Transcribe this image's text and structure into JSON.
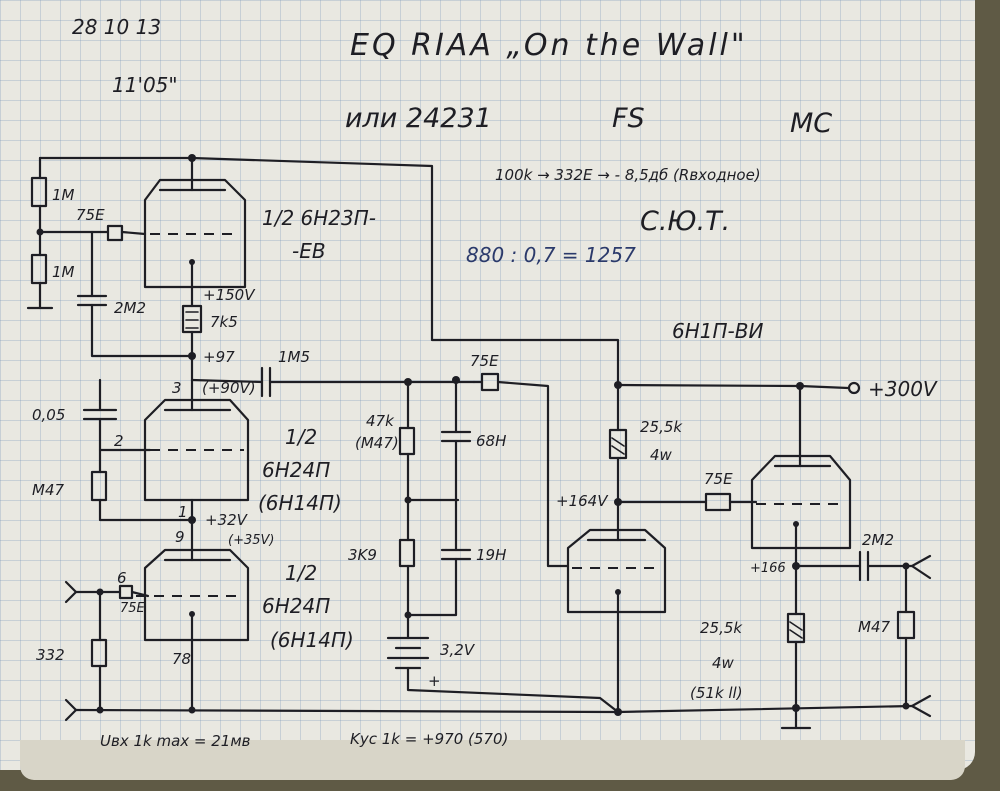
{
  "header": {
    "date": "28 10 13",
    "time": "11'05\"",
    "title": "EQ RIAA „On the Wall\"",
    "subtitle": "или 24231",
    "mc": "МС",
    "signature_initials": "FS",
    "attenuation_note": "100k → 332E → - 8,5дб (Rвходное)",
    "author": "С.Ю.Т.",
    "calc": "880 : 0,7 = 1257"
  },
  "tubes": {
    "top": "1/2 6Н23П-ЕВ",
    "top_line1": "1/2 6Н23П-",
    "top_line2": "-ЕВ",
    "middle_line1": "1/2",
    "middle_line2": "6Н24П",
    "middle_line3": "(6Н14П)",
    "bottom_line1": "1/2",
    "bottom_line2": "6Н24П",
    "bottom_line3": "(6Н14П)",
    "right": "6Н1П-ВИ"
  },
  "components": {
    "r1": "1M",
    "r2": "1M",
    "r_grid_top": "75E",
    "c_top": "2M2",
    "r_anode_top": "7k5",
    "c_couple": "1M5",
    "c_005": "0,05",
    "r_m47": "M47",
    "r_47k": "47k",
    "r_m47b": "(M47)",
    "c_68": "68H",
    "r_3k9": "3K9",
    "c_19": "19H",
    "battery": "3,2V",
    "battery_plus": "+",
    "r_75e_mid": "75E",
    "r_25k_top": "25,5k",
    "w_top": "4w",
    "r_75e_right": "75E",
    "c_out": "2M2",
    "r_m47_out": "M47",
    "r_25k_bot": "25,5k",
    "w_bot": "4w",
    "r_51k": "(51k ll)",
    "r_332": "332",
    "r_grid_bottom": "75E",
    "pin6": "6",
    "pin78": "78",
    "pin9": "9",
    "pin1": "1",
    "pin2": "2",
    "pin3": "3"
  },
  "voltages": {
    "v150": "+150V",
    "v97": "+97",
    "v90": "(+90V)",
    "v32": "+32V",
    "v35": "(+35V)",
    "v164": "+164V",
    "v166": "+166",
    "v300": "+300V"
  },
  "footer": {
    "uin": "Uвх 1k max = 21мв",
    "gain": "Kус 1k = +970 (570)"
  }
}
